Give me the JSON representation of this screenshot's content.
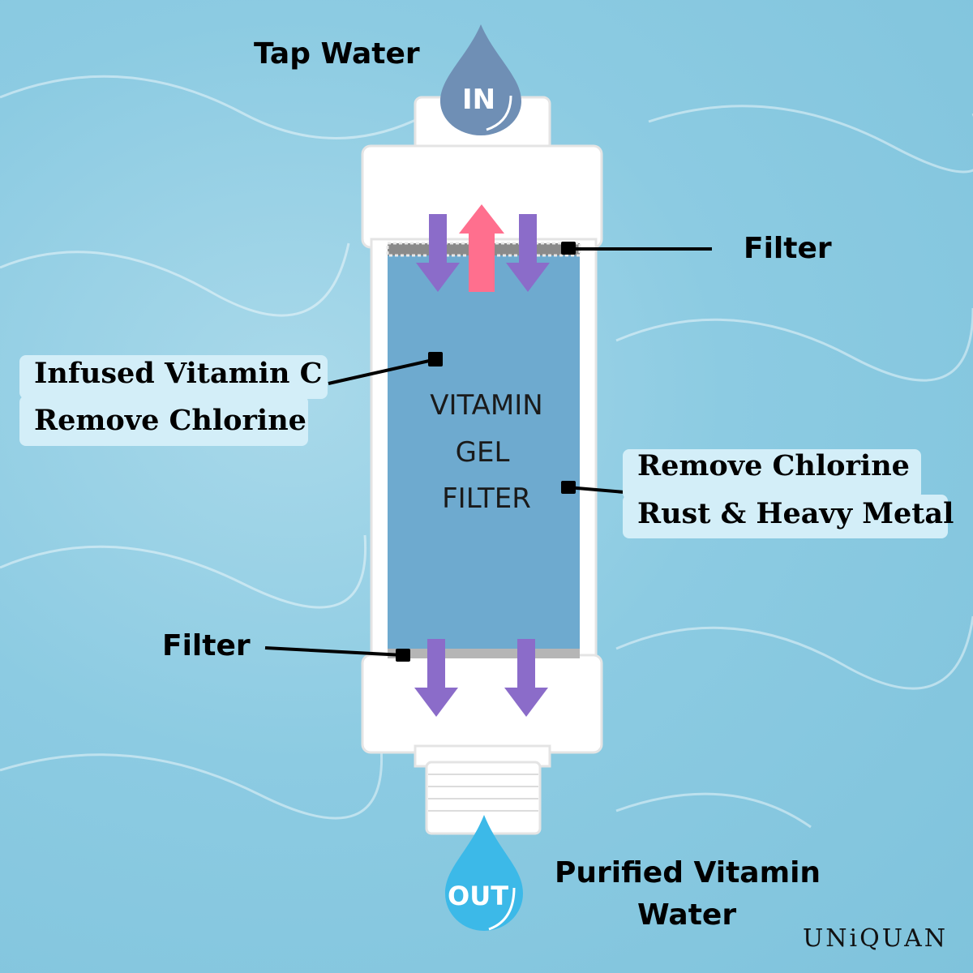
{
  "labels": {
    "tap_water": "Tap Water",
    "in_drop": "IN",
    "filter_top": "Filter",
    "filter_bottom": "Filter",
    "left_box_line1": "Infused Vitamin C",
    "left_box_line2": "Remove Chlorine",
    "right_box_line1": "Remove Chlorine",
    "right_box_line2": "Rust & Heavy Metal",
    "gel_line1": "VITAMIN",
    "gel_line2": "GEL",
    "gel_line3": "FILTER",
    "out_drop": "OUT",
    "purified_line1": "Purified Vitamin",
    "purified_line2": "Water",
    "logo": "UNiQUAN"
  },
  "colors": {
    "in_drop": "#6f8fb5",
    "out_drop": "#3cb9e8",
    "gel": "#6eaacf",
    "down_arrow": "#8b6cc9",
    "up_arrow": "#ff6f8e"
  }
}
